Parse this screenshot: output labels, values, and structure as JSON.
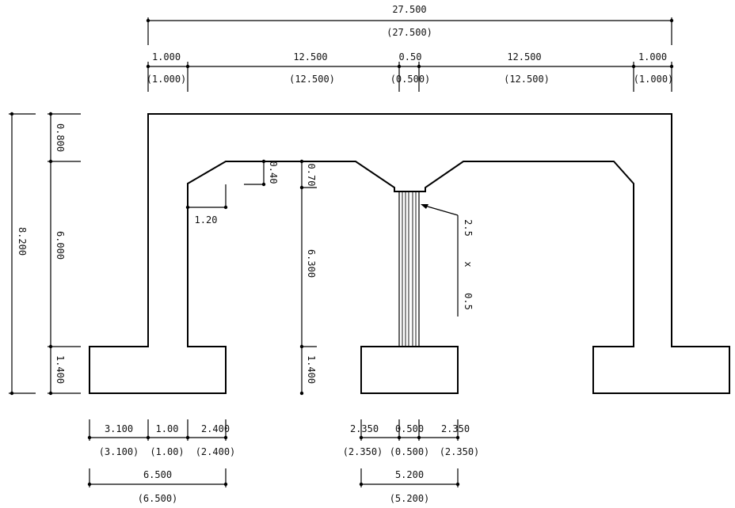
{
  "top_dimensions": {
    "total": "27.500",
    "total_paren": "(27.500)",
    "segments": [
      "1.000",
      "12.500",
      "0.50",
      "12.500",
      "1.000"
    ],
    "segments_paren": [
      "(1.000)",
      "(12.500)",
      "(0.500)",
      "(12.500)",
      "(1.000)"
    ]
  },
  "left_dimensions": {
    "total_height": "8.200",
    "slab": "0.800",
    "wall": "6.000",
    "footing": "1.400"
  },
  "inner_dimensions": {
    "haunch_height": "0.40",
    "haunch_width": "1.20",
    "web_top": "0.70",
    "clear_height": "6.300",
    "footing": "1.400"
  },
  "pile_label": {
    "part1": "2.5",
    "part2": "x",
    "part3": "0.5"
  },
  "left_footing_dimensions": {
    "segments": [
      "3.100",
      "1.00",
      "2.400"
    ],
    "segments_paren": [
      "(3.100)",
      "(1.00)",
      "(2.400)"
    ],
    "total": "6.500",
    "total_paren": "(6.500)"
  },
  "center_footing_dimensions": {
    "segments": [
      "2.350",
      "0.500",
      "2.350"
    ],
    "segments_paren": [
      "(2.350)",
      "(0.500)",
      "(2.350)"
    ],
    "total": "5.200",
    "total_paren": "(5.200)"
  }
}
